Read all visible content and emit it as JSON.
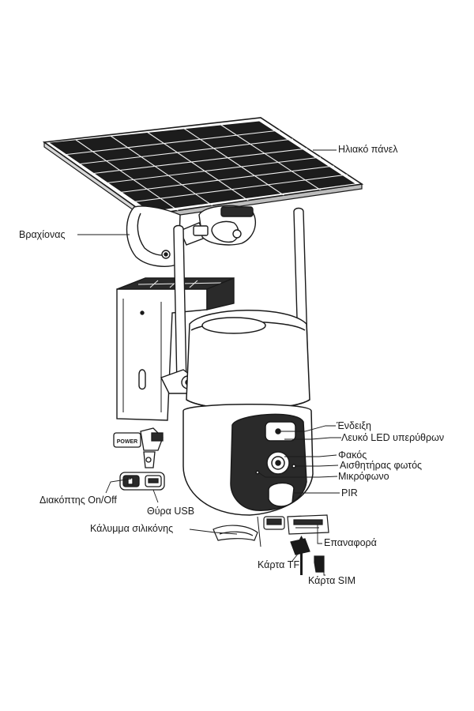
{
  "labels": {
    "solar_panel": "Ηλιακό πάνελ",
    "bracket": "Βραχίονας",
    "indicator": "Ένδειξη",
    "ir_led": "Λευκό LED υπερύθρων",
    "lens": "Φακός",
    "light_sensor": "Αισθητήρας φωτός",
    "microphone": "Μικρόφωνο",
    "pir": "PIR",
    "power_switch": "Διακόπτης On/Off",
    "usb_port": "Θύρα USB",
    "silicone_cover": "Κάλυμμα σιλικόνης",
    "reset": "Επαναφορά",
    "tf_card": "Κάρτα TF",
    "sim_card": "Κάρτα SIM",
    "power_tag": "POWER"
  },
  "colors": {
    "line": "#1a1a1a",
    "background": "#ffffff"
  }
}
